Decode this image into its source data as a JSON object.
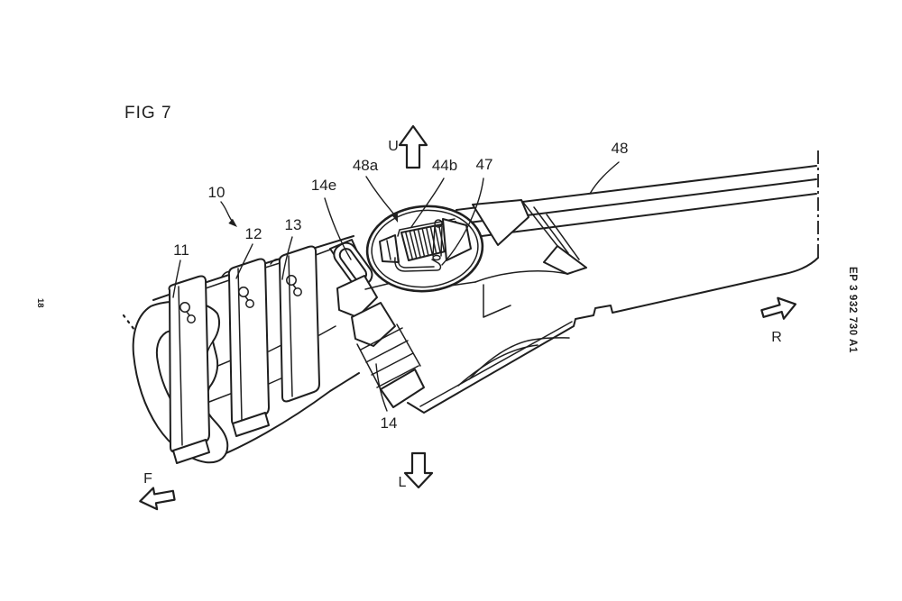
{
  "figure": {
    "title": "FIG 7",
    "doc_number": "EP 3 932 730 A1",
    "sheet_number": "18",
    "ref_labels": {
      "r10": "10",
      "r11": "11",
      "r12": "12",
      "r13": "13",
      "r14": "14",
      "r14e": "14e",
      "r44b": "44b",
      "r47": "47",
      "r48": "48",
      "r48a": "48a"
    },
    "direction_arrows": {
      "up": "U",
      "lower": "L",
      "front": "F",
      "rear": "R"
    }
  },
  "colors": {
    "line": "#1f1f1f",
    "background": "#ffffff"
  }
}
